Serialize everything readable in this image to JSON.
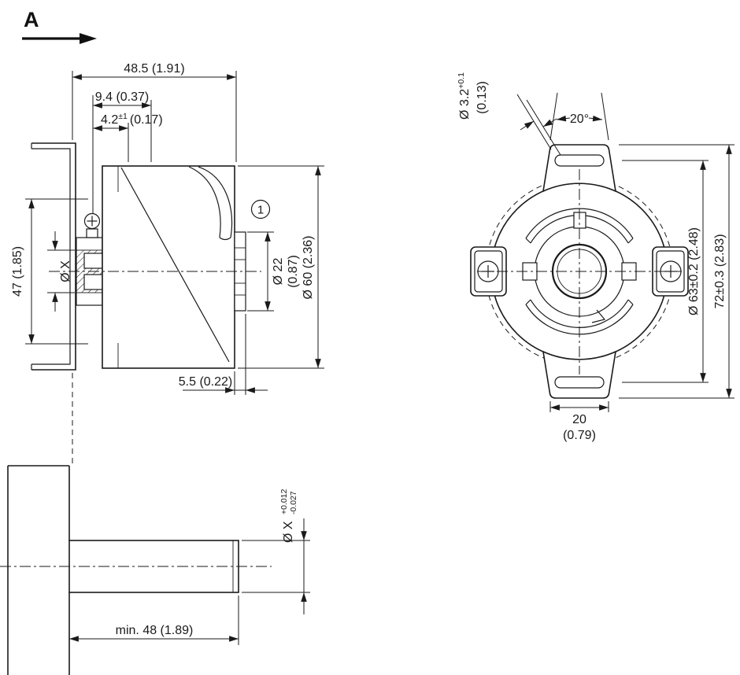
{
  "drawing": {
    "view_label": "A",
    "side_view": {
      "dim_depth_total": "48.5 (1.91)",
      "dim_screw_offset": "9.4 (0.37)",
      "dim_mounting_depth": {
        "value": "4.2",
        "tol": "±1",
        "inch": "(0.17)"
      },
      "dim_height": "47 (1.85)",
      "dim_shaft_dia": "Ø X",
      "dim_hub_dia": {
        "value": "Ø 22",
        "inch": "(0.87)"
      },
      "dim_body_dia": "Ø 60 (2.36)",
      "callout": "1",
      "dim_rear_protrusion": "5.5 (0.22)"
    },
    "shaft_view": {
      "dim_dia": {
        "value": "Ø X",
        "tol_upper": "+0.012",
        "tol_lower": "-0.027"
      },
      "dim_min_length": "min. 48 (1.89)"
    },
    "front_view": {
      "dim_slot": {
        "value": "Ø 3.2",
        "tol": "+0.1",
        "inch": "(0.13)"
      },
      "dim_angle": "20°",
      "dim_spring_dia": "Ø 63±0.2 (2.48)",
      "dim_overall": "72±0.3 (2.83)",
      "dim_tab_width": {
        "value": "20",
        "inch": "(0.79)"
      }
    }
  }
}
